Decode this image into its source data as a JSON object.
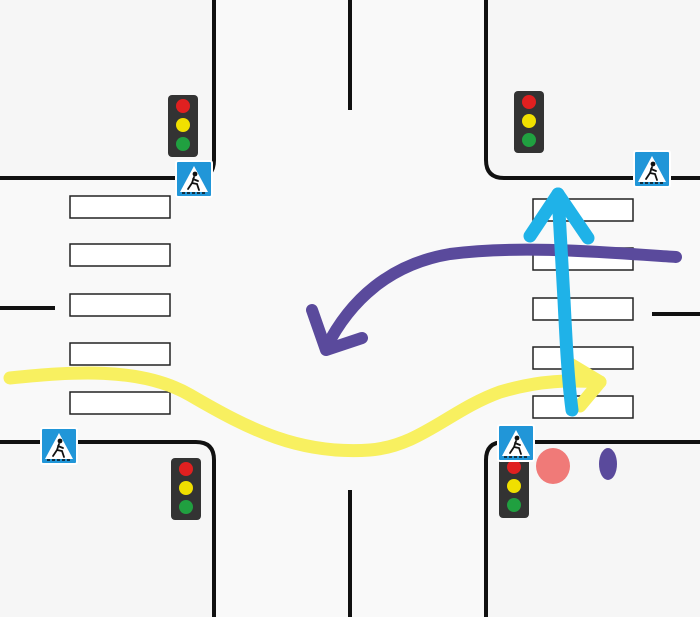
{
  "colors": {
    "background": "#f6f6f6",
    "road": "#f9f9f9",
    "curb": "#111111",
    "crosswalk_stripe": "#ffffff",
    "crosswalk_border": "#222222",
    "traffic_light_body": "#333333",
    "light_red": "#e02020",
    "light_yellow": "#f0e000",
    "light_green": "#20a040",
    "sign_blue": "#2196d8",
    "arrow_blue": "#1fb2e8",
    "arrow_purple": "#5a4a9c",
    "arrow_yellow": "#f8f060",
    "pedestrian_pink": "#f07a78",
    "pedestrian_purple": "#5a4a9c"
  },
  "elements": {
    "traffic_lights": [
      "nw",
      "ne",
      "sw",
      "se"
    ],
    "crosswalk_signs": [
      "nw",
      "ne",
      "sw",
      "se"
    ],
    "crosswalks": [
      "west",
      "east"
    ],
    "movement_arrows": [
      "straight-up",
      "left-turn",
      "straight-right"
    ],
    "pedestrians": [
      "pink-dot",
      "purple-dot"
    ]
  }
}
